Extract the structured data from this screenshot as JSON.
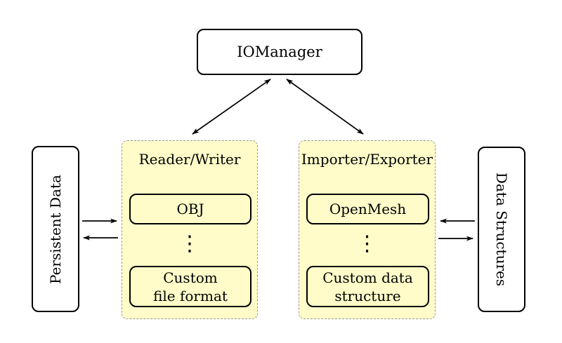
{
  "iomanager": {
    "label": "IOManager"
  },
  "left_group": {
    "title": "Reader/Writer",
    "top_item": "OBJ",
    "dots": "⋮",
    "bottom_item": {
      "lines": [
        "Custom",
        "file format"
      ]
    }
  },
  "right_group": {
    "title": "Importer/Exporter",
    "top_item": "OpenMesh",
    "dots": "⋮",
    "bottom_item": {
      "lines": [
        "Custom data",
        "structure"
      ]
    }
  },
  "left_side": {
    "label": "Persistent Data"
  },
  "right_side": {
    "label": "Data Structures"
  },
  "colors": {
    "background": "#FFFFFF",
    "group_fill": "#FFFCC9",
    "group_border": "#999999",
    "node_border": "#000000",
    "node_fill": "#FFFFFF",
    "arrow": "#000000"
  }
}
